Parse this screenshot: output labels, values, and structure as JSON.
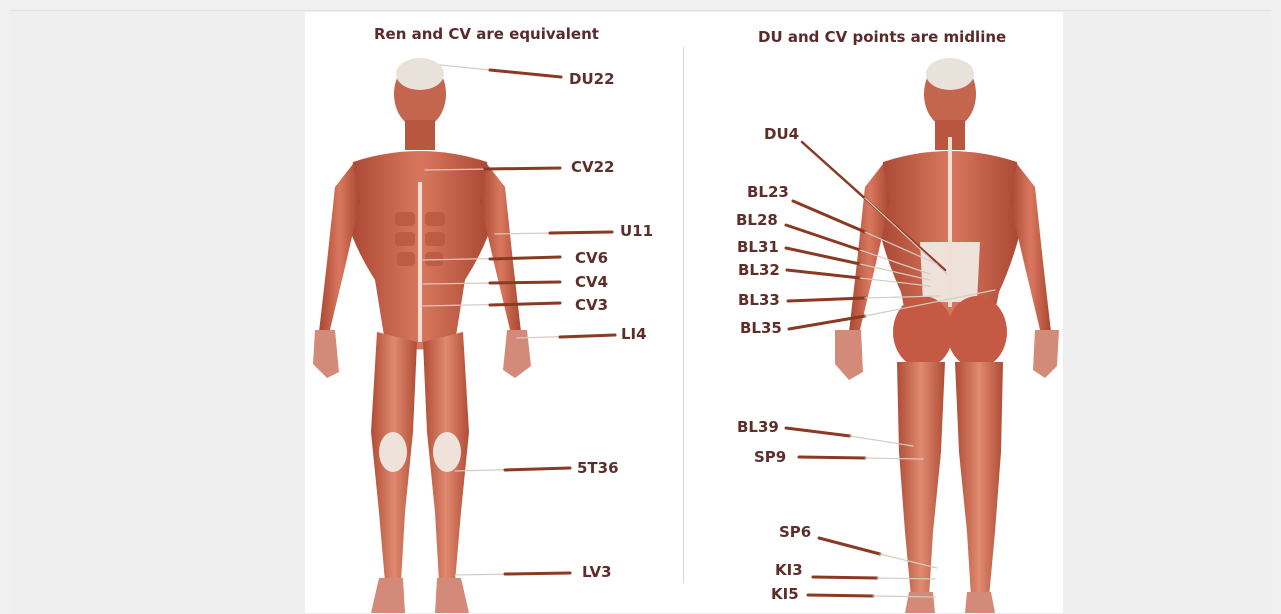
{
  "titles": {
    "front": "Ren and CV are equivalent",
    "back": "DU and CV points are midline"
  },
  "front_points": [
    "DU22",
    "CV22",
    "U11",
    "CV6",
    "CV4",
    "CV3",
    "LI4",
    "5T36",
    "LV3"
  ],
  "back_points": [
    "DU4",
    "BL23",
    "BL28",
    "BL31",
    "BL32",
    "BL33",
    "BL35",
    "BL39",
    "SP9",
    "SP6",
    "KI3",
    "KI5"
  ],
  "colors": {
    "muscle": "#c9614a",
    "needle": "#8a3a22",
    "label": "#5e2e2a"
  }
}
